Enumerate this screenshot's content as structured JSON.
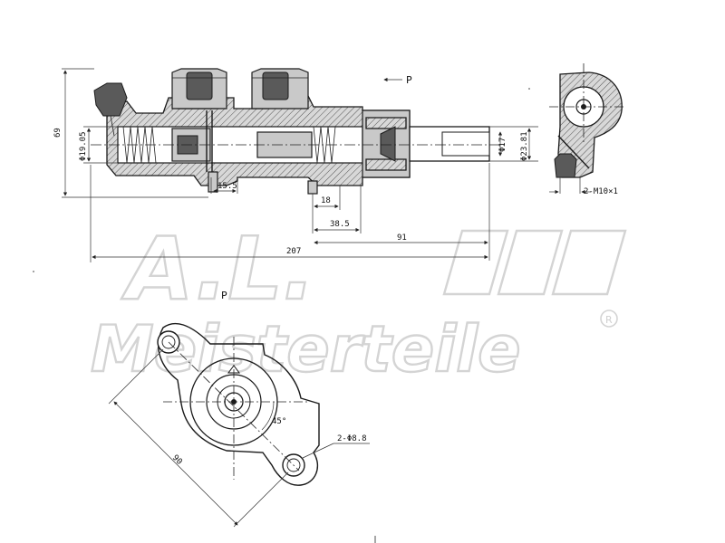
{
  "watermark": {
    "monogram": "A.L.",
    "brand": "Meisterteile",
    "registered": "R"
  },
  "dimensions": {
    "overall_height": "69",
    "bore_diameter": "Φ19.05",
    "port_offset": "15.5",
    "d18": "18",
    "d38_5": "38.5",
    "d91": "91",
    "overall_length": "207",
    "inner_diameter": "Φ17",
    "outer_diameter": "Φ23.81",
    "thread_spec": "2-M10×1",
    "mount_spacing": "90",
    "angle": "45°",
    "mount_holes": "2-Φ8.8"
  },
  "labels": {
    "pressure_arrow_top": "P",
    "pressure_label_flange": "P"
  },
  "colors": {
    "line": "#1a1a1a",
    "section_fill": "#c9c9c9",
    "watermark": "#d4d4d4"
  }
}
